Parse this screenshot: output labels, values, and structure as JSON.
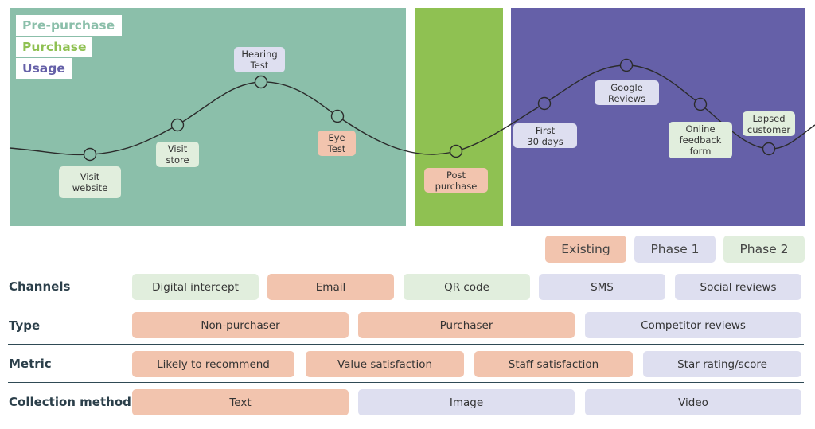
{
  "legend": {
    "pre_purchase": "Pre-purchase",
    "purchase": "Purchase",
    "usage": "Usage"
  },
  "journey_points": [
    {
      "label": "Visit\nwebsite",
      "stage": "pre-purchase",
      "status": "phase2"
    },
    {
      "label": "Visit\nstore",
      "stage": "pre-purchase",
      "status": "phase2"
    },
    {
      "label": "Hearing\nTest",
      "stage": "pre-purchase",
      "status": "phase1"
    },
    {
      "label": "Eye\nTest",
      "stage": "pre-purchase",
      "status": "existing"
    },
    {
      "label": "Post\npurchase",
      "stage": "purchase",
      "status": "existing"
    },
    {
      "label": "First\n30 days",
      "stage": "usage",
      "status": "phase1"
    },
    {
      "label": "Google\nReviews",
      "stage": "usage",
      "status": "phase1"
    },
    {
      "label": "Online\nfeedback\nform",
      "stage": "usage",
      "status": "phase2"
    },
    {
      "label": "Lapsed\ncustomer",
      "stage": "usage",
      "status": "phase2"
    }
  ],
  "key": {
    "existing": "Existing",
    "phase1": "Phase 1",
    "phase2": "Phase 2"
  },
  "rows": [
    {
      "label": "Channels",
      "items": [
        {
          "text": "Digital intercept",
          "status": "phase2"
        },
        {
          "text": "Email",
          "status": "existing"
        },
        {
          "text": "QR code",
          "status": "phase2"
        },
        {
          "text": "SMS",
          "status": "phase1"
        },
        {
          "text": "Social reviews",
          "status": "phase1"
        }
      ]
    },
    {
      "label": "Type",
      "items": [
        {
          "text": "Non-purchaser",
          "status": "existing"
        },
        {
          "text": "Purchaser",
          "status": "existing"
        },
        {
          "text": "Competitor reviews",
          "status": "phase1"
        }
      ]
    },
    {
      "label": "Metric",
      "items": [
        {
          "text": "Likely to recommend",
          "status": "existing"
        },
        {
          "text": "Value satisfaction",
          "status": "existing"
        },
        {
          "text": "Staff satisfaction",
          "status": "existing"
        },
        {
          "text": "Star rating/score",
          "status": "phase1"
        }
      ]
    },
    {
      "label": "Collection method",
      "items": [
        {
          "text": "Text",
          "status": "existing"
        },
        {
          "text": "Image",
          "status": "phase1"
        },
        {
          "text": "Video",
          "status": "phase1"
        }
      ]
    }
  ],
  "colors": {
    "pre_purchase": "#8bbfaa",
    "purchase": "#8fc152",
    "usage": "#6560a8",
    "existing": "#f2c4ae",
    "phase1": "#dedff0",
    "phase2": "#e1eedd",
    "pre_purchase_text": "#8bbfaa",
    "purchase_text": "#8fc152",
    "usage_text": "#6560a8"
  }
}
